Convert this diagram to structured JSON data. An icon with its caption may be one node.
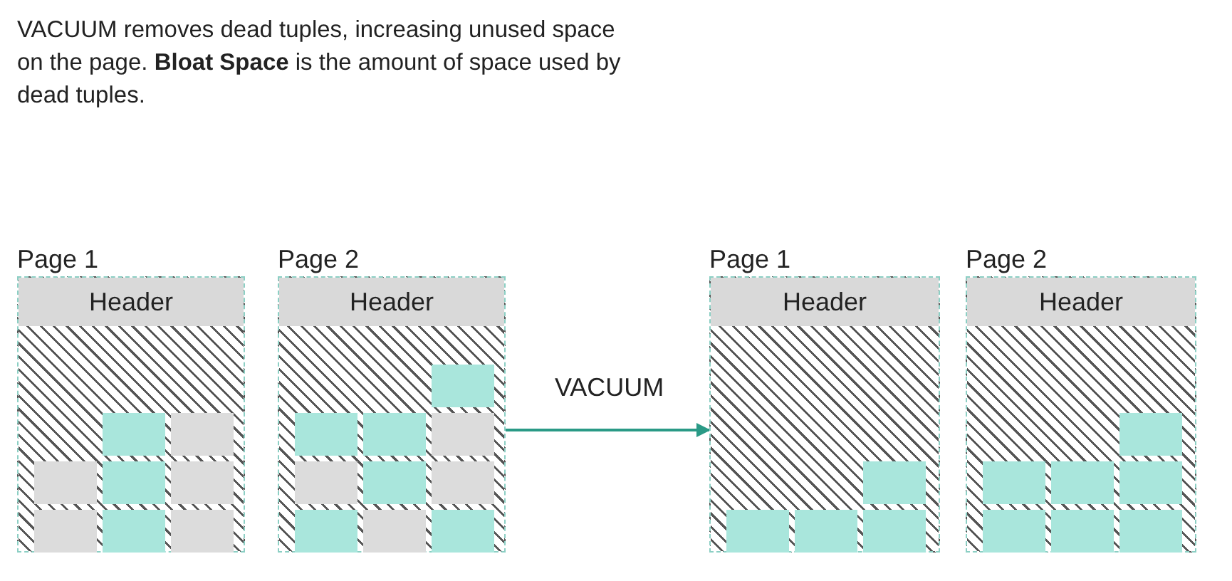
{
  "diagram": {
    "nodes": [
      {
        "text": [
          "Page 1"
        ]
      },
      {
        "text": [
          "Header"
        ],
        "in": 0
      },
      {
        "text": [
          "Page 2"
        ]
      },
      {
        "text": [
          "Header"
        ],
        "in": 2
      },
      {
        "text": [
          "Page 1"
        ]
      },
      {
        "text": [
          "Header"
        ],
        "in": 4
      },
      {
        "text": [
          "Page 2"
        ]
      },
      {
        "text": [
          "Header"
        ],
        "in": 6
      }
    ],
    "edges": [
      {
        "from": 2,
        "to": 4,
        "arrow": "to",
        "label": "VACUUM"
      }
    ],
    "labels": [
      "VACUUM removes dead tuples, increasing unused space on the page. **Bloat Space** is the amount of space used by dead tuples."
    ]
  }
}
